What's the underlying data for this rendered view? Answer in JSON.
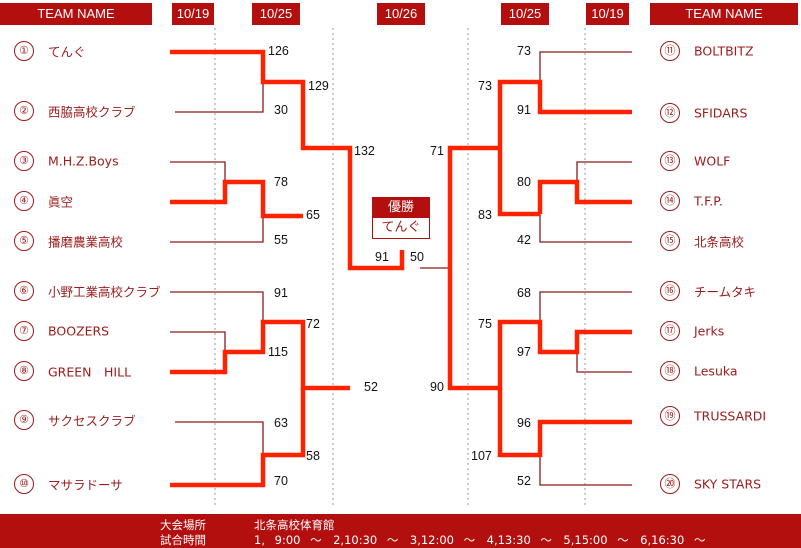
{
  "headers": {
    "left_team": "TEAM NAME",
    "left_r1_date": "10/19",
    "left_r2_date": "10/25",
    "final_date": "10/26",
    "right_r2_date": "10/25",
    "right_r1_date": "10/19",
    "right_team": "TEAM NAME"
  },
  "teams_left": [
    {
      "seed": "①",
      "name": "てんぐ"
    },
    {
      "seed": "②",
      "name": "西脇高校クラブ"
    },
    {
      "seed": "③",
      "name": "M.H.Z.Boys"
    },
    {
      "seed": "④",
      "name": "眞空"
    },
    {
      "seed": "⑤",
      "name": "播磨農業高校"
    },
    {
      "seed": "⑥",
      "name": "小野工業高校クラブ"
    },
    {
      "seed": "⑦",
      "name": "BOOZERS"
    },
    {
      "seed": "⑧",
      "name": "GREEN　HILL"
    },
    {
      "seed": "⑨",
      "name": "サクセスクラブ"
    },
    {
      "seed": "⑩",
      "name": "マサラドーサ"
    }
  ],
  "teams_right": [
    {
      "seed": "⑪",
      "name": "BOLTBITZ"
    },
    {
      "seed": "⑫",
      "name": "SFIDARS"
    },
    {
      "seed": "⑬",
      "name": "WOLF"
    },
    {
      "seed": "⑭",
      "name": "T.F.P."
    },
    {
      "seed": "⑮",
      "name": "北条高校"
    },
    {
      "seed": "⑯",
      "name": "チームタキ"
    },
    {
      "seed": "⑰",
      "name": "Jerks"
    },
    {
      "seed": "⑱",
      "name": "Lesuka"
    },
    {
      "seed": "⑲",
      "name": "TRUSSARDI"
    },
    {
      "seed": "⑳",
      "name": "SKY STARS"
    }
  ],
  "scores_left": {
    "m1_top": "126",
    "m1_bottom": "30",
    "m2_top": "78",
    "m2_bottom": "65",
    "m2_bye": "55",
    "sf_top": "129",
    "sf_bottom": "132",
    "m3_top": "91",
    "m3_bottom": "115",
    "m4_top": "63",
    "m4_bottom": "70",
    "m4_other": "58",
    "q3_top": "72",
    "q_bottom": "52",
    "final": "91"
  },
  "scores_right": {
    "m1_top": "73",
    "m1_bottom": "91",
    "m1_upper": "73",
    "m2_top": "80",
    "m2_bottom": "83",
    "m2_bye": "42",
    "sf_top": "71",
    "m3_top": "68",
    "m3_mid": "75",
    "m3_bottom": "97",
    "m4_top": "96",
    "m4_mid": "107",
    "m4_bottom": "52",
    "q_bottom": "90",
    "final": "50"
  },
  "champion": {
    "label": "優勝",
    "team": "てんぐ"
  },
  "footer": {
    "venue_label": "大会場所",
    "venue": "北条高校体育館",
    "time_label": "試合時間",
    "times": "1, 9:00 ～　2,10:30 ～　3,12:00 ～　4,13:30 ～　5,15:00 ～　6,16:30 ～"
  },
  "colors": {
    "accent": "#b30f0f",
    "win_line": "#ff2200",
    "thin_line": "#8a1a1a",
    "dotted": "#999999"
  }
}
